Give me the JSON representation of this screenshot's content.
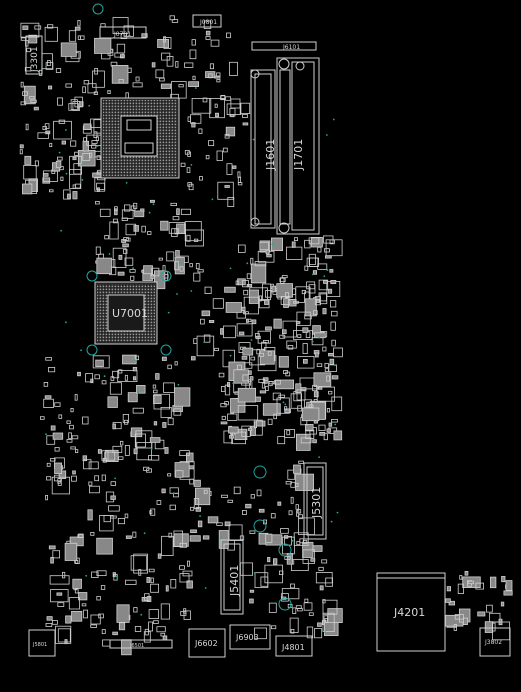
{
  "board": {
    "background": "#000000",
    "outline_color": "#d0d0d0",
    "via_color": "#1fa7a0",
    "designators": {
      "j3301": "J3301",
      "j0701": "J0701",
      "j0801": "J0801",
      "j6101": "J6101",
      "j1601": "J1601",
      "j1701": "J1701",
      "u7001": "U7001",
      "j5301": "J5301",
      "j5401": "J5401",
      "j4201": "J4201",
      "j6602": "J6602",
      "j6903": "J6903",
      "j4801": "J4801",
      "j3802": "J3802",
      "j5801": "J5801",
      "j6501": "J6501"
    }
  }
}
